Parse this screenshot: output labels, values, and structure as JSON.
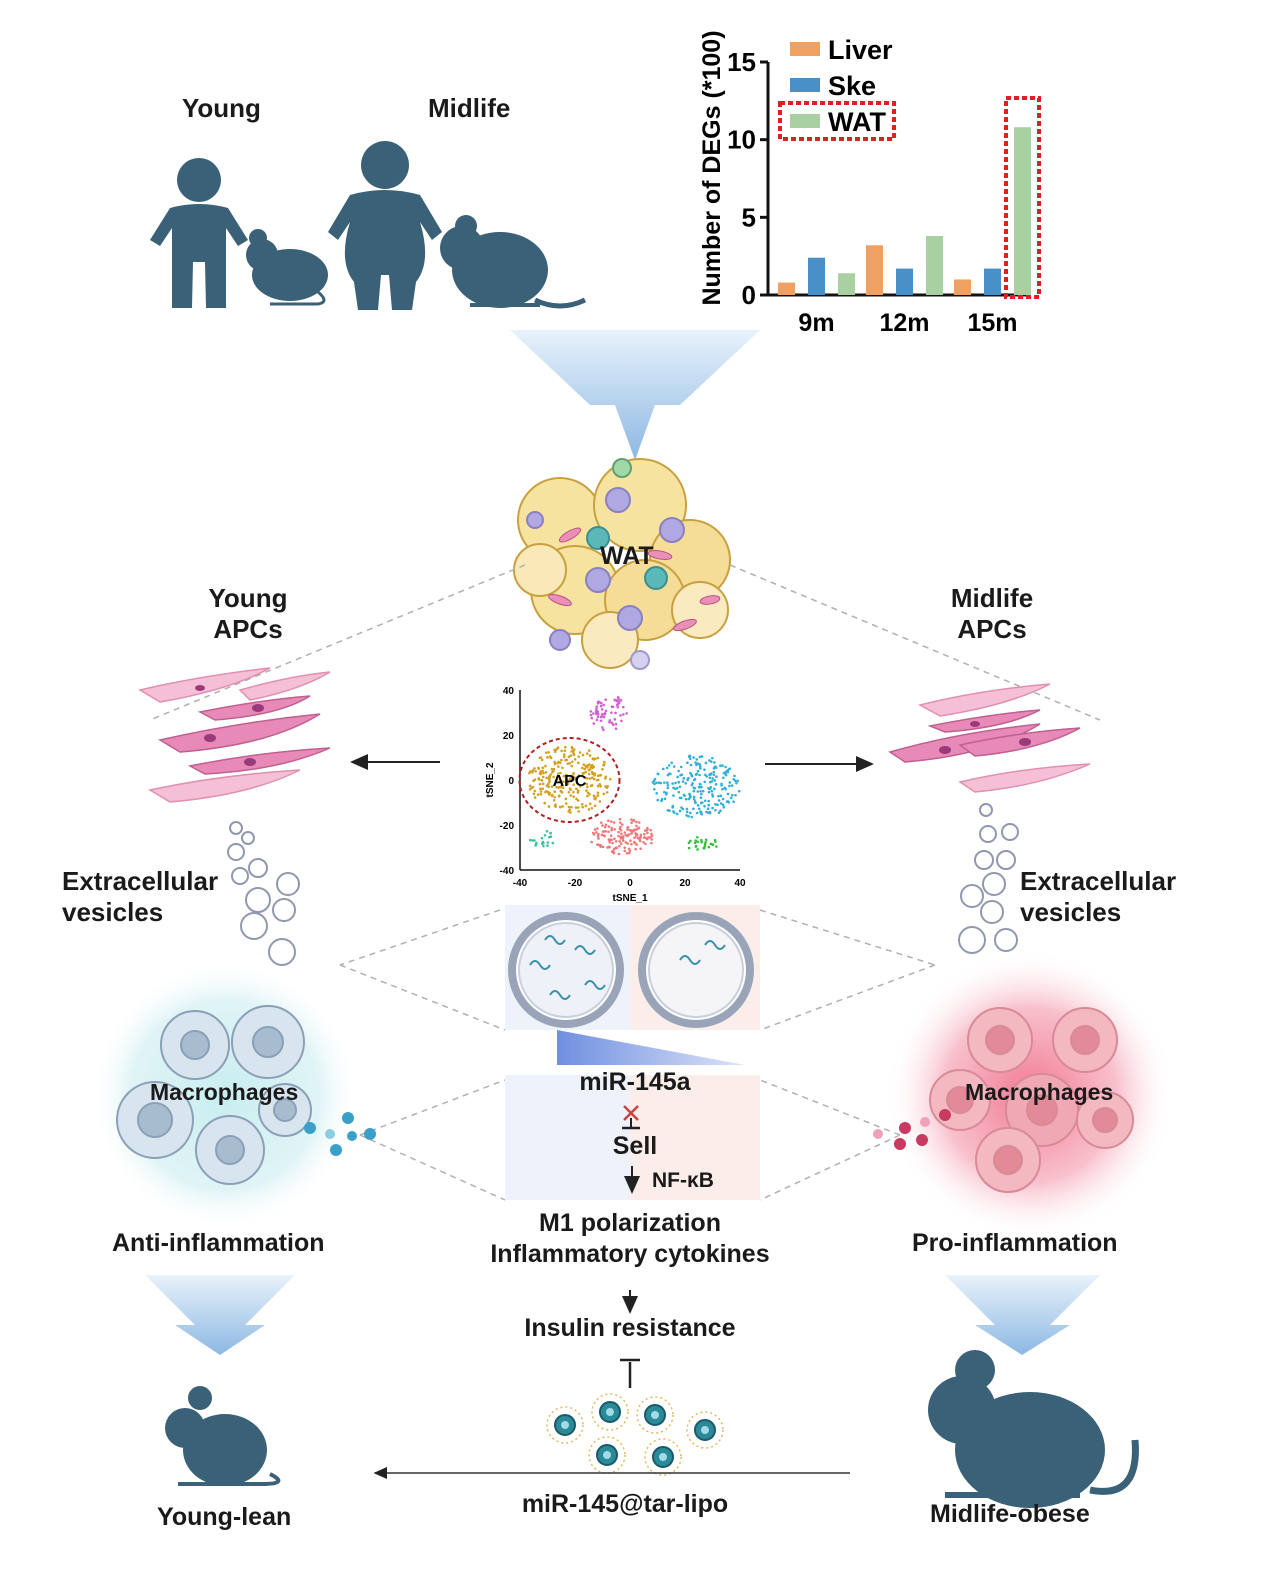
{
  "top": {
    "young_label": "Young",
    "midlife_label": "Midlife"
  },
  "chart_data": {
    "type": "bar",
    "categories": [
      "9m",
      "12m",
      "15m"
    ],
    "series": [
      {
        "name": "Liver",
        "values": [
          0.8,
          3.2,
          1.0
        ]
      },
      {
        "name": "Ske",
        "values": [
          2.4,
          1.7,
          1.7
        ]
      },
      {
        "name": "WAT",
        "values": [
          1.4,
          3.8,
          10.8
        ]
      }
    ],
    "ylabel": "Number of DEGs (*100)",
    "ylim": [
      0,
      15
    ],
    "yticks": [
      "0",
      "5",
      "10",
      "15"
    ],
    "legend_position": "top-left",
    "grid": false,
    "colors": {
      "Liver": "#f0a060",
      "Ske": "#4a90c8",
      "WAT": "#a8d0a0",
      "highlight": "#e02020"
    }
  },
  "center": {
    "wat_label": "WAT",
    "young_apcs": [
      "Young",
      "APCs"
    ],
    "midlife_apcs": [
      "Midlife",
      "APCs"
    ],
    "ev_left": [
      "Extracellular",
      "vesicles"
    ],
    "ev_right": [
      "Extracellular",
      "vesicles"
    ]
  },
  "tsne": {
    "xlabel": "tSNE_1",
    "ylabel": "tSNE_2",
    "xticks": [
      "-40",
      "-20",
      "0",
      "20",
      "40"
    ],
    "yticks": [
      "40",
      "20",
      "0",
      "-20",
      "-40"
    ],
    "cluster_label": "APC",
    "cluster_colors": [
      "#d4a020",
      "#30b0d8",
      "#f07878",
      "#d060d0",
      "#30c040",
      "#40c0a0"
    ]
  },
  "pathway": {
    "mirna": "miR-145a",
    "target": "Sell",
    "nfkb": "NF-κB",
    "outcome1": "M1 polarization",
    "outcome2": "Inflammatory cytokines",
    "insulin": "Insulin resistance",
    "therapy": "miR-145@tar-lipo"
  },
  "macrophages": {
    "left_label": "Macrophages",
    "right_label": "Macrophages",
    "left_effect": "Anti-inflammation",
    "right_effect": "Pro-inflammation"
  },
  "bottom": {
    "young_lean": "Young-lean",
    "midlife_obese": "Midlife-obese"
  },
  "colors": {
    "silhouette": "#3a6178",
    "arrow": "#a8c8e8",
    "young_bg": "#d0eef0",
    "midlife_bg": "#f4a0b0"
  }
}
